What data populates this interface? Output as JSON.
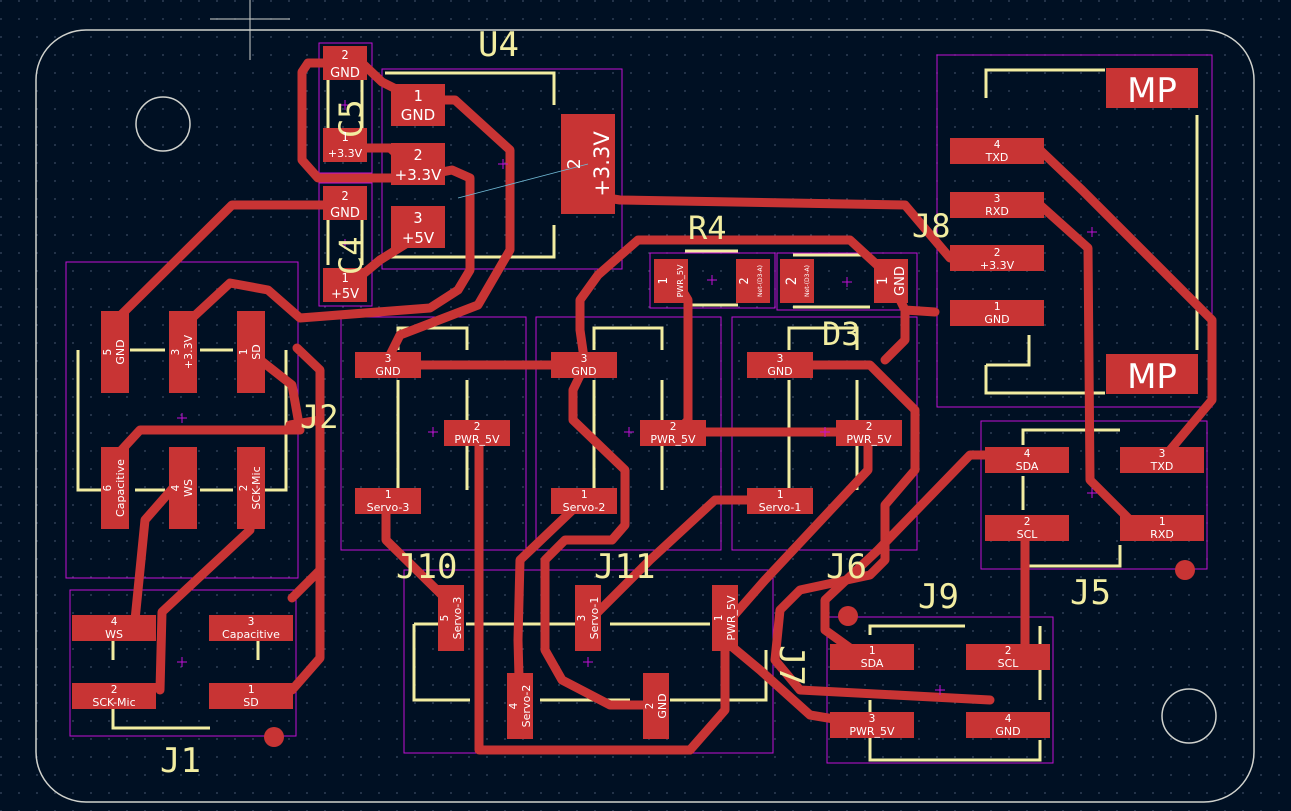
{
  "colors": {
    "background": "#001023",
    "copper": "#c83434",
    "silkscreen": "#f2eda1",
    "courtyard": "#c20fd4",
    "edge_cuts": "#d0d2cd",
    "pad_text": "#ffffff"
  },
  "refs": {
    "u4": "U4",
    "c5": "C5",
    "c4": "C4",
    "r4": "R4",
    "d3": "D3",
    "j1": "J1",
    "j5": "J5",
    "j9": "J9",
    "j10": "J10",
    "j11": "J11",
    "j8_partial": "J8",
    "j2_partial": "J2",
    "j6_partial": "J6",
    "j7_partial": "J7",
    "mp_top": "MP",
    "mp_bottom": "MP"
  },
  "pads": {
    "c5_2": {
      "num": "2",
      "name": "GND"
    },
    "c5_1": {
      "num": "1",
      "name": "+3.3V"
    },
    "u4_1": {
      "num": "1",
      "name": "GND"
    },
    "u4_2": {
      "num": "2",
      "name": "+3.3V"
    },
    "u4_3": {
      "num": "3",
      "name": "+5V"
    },
    "u4_tab": {
      "num": "2",
      "name": "+3.3V"
    },
    "c4_2": {
      "num": "2",
      "name": "GND"
    },
    "c4_1": {
      "num": "1",
      "name": "+5V"
    },
    "r4_1": {
      "num": "1",
      "name": "PWR_5V"
    },
    "r4_2": {
      "num": "2",
      "name": "Net-(D3-A)"
    },
    "d3_2": {
      "num": "2",
      "name": "Net-(D3-A)"
    },
    "d3_1": {
      "num": "1",
      "name": "GND"
    },
    "j8_4": {
      "num": "4",
      "name": "TXD"
    },
    "j8_3": {
      "num": "3",
      "name": "RXD"
    },
    "j8_2": {
      "num": "2",
      "name": "+3.3V"
    },
    "j8_1": {
      "num": "1",
      "name": "GND"
    },
    "j2_5": {
      "num": "5",
      "name": "GND"
    },
    "j2_3": {
      "num": "3",
      "name": "+3.3V"
    },
    "j2_1": {
      "num": "1",
      "name": "SD"
    },
    "j2_6": {
      "num": "6",
      "name": "Capacitive"
    },
    "j2_4": {
      "num": "4",
      "name": "WS"
    },
    "j2_2": {
      "num": "2",
      "name": "SCK-Mic"
    },
    "j10_3": {
      "num": "3",
      "name": "GND"
    },
    "j10_2": {
      "num": "2",
      "name": "PWR_5V"
    },
    "j10_1": {
      "num": "1",
      "name": "Servo-3"
    },
    "j11_3": {
      "num": "3",
      "name": "GND"
    },
    "j11_2": {
      "num": "2",
      "name": "PWR_5V"
    },
    "j11_1": {
      "num": "1",
      "name": "Servo-2"
    },
    "j6_3": {
      "num": "3",
      "name": "GND"
    },
    "j6_2": {
      "num": "2",
      "name": "PWR_5V"
    },
    "j6_1": {
      "num": "1",
      "name": "Servo-1"
    },
    "j5_4": {
      "num": "4",
      "name": "SDA"
    },
    "j5_3": {
      "num": "3",
      "name": "TXD"
    },
    "j5_2": {
      "num": "2",
      "name": "SCL"
    },
    "j5_1": {
      "num": "1",
      "name": "RXD"
    },
    "j1_4": {
      "num": "4",
      "name": "WS"
    },
    "j1_3": {
      "num": "3",
      "name": "Capacitive"
    },
    "j1_2": {
      "num": "2",
      "name": "SCK-Mic"
    },
    "j1_1": {
      "num": "1",
      "name": "SD"
    },
    "j7_5": {
      "num": "5",
      "name": "Servo-3"
    },
    "j7_3": {
      "num": "3",
      "name": "Servo-1"
    },
    "j7_1": {
      "num": "1",
      "name": "PWR_5V"
    },
    "j7_4": {
      "num": "4",
      "name": "Servo-2"
    },
    "j7_2": {
      "num": "2",
      "name": "GND"
    },
    "j9_1": {
      "num": "1",
      "name": "SDA"
    },
    "j9_2": {
      "num": "2",
      "name": "SCL"
    },
    "j9_3": {
      "num": "3",
      "name": "PWR_5V"
    },
    "j9_4": {
      "num": "4",
      "name": "GND"
    }
  }
}
